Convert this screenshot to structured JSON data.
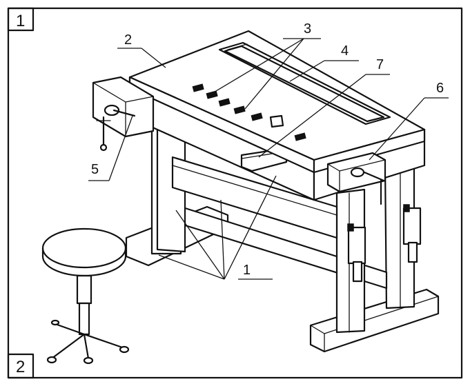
{
  "figure_numbers": {
    "top_left": "1",
    "bottom_left": "2"
  },
  "callouts": {
    "c1": "1",
    "c2": "2",
    "c3": "3",
    "c4": "4",
    "c5": "5",
    "c6": "6",
    "c7": "7"
  },
  "colors": {
    "ink": "#111111",
    "paper": "#ffffff"
  }
}
